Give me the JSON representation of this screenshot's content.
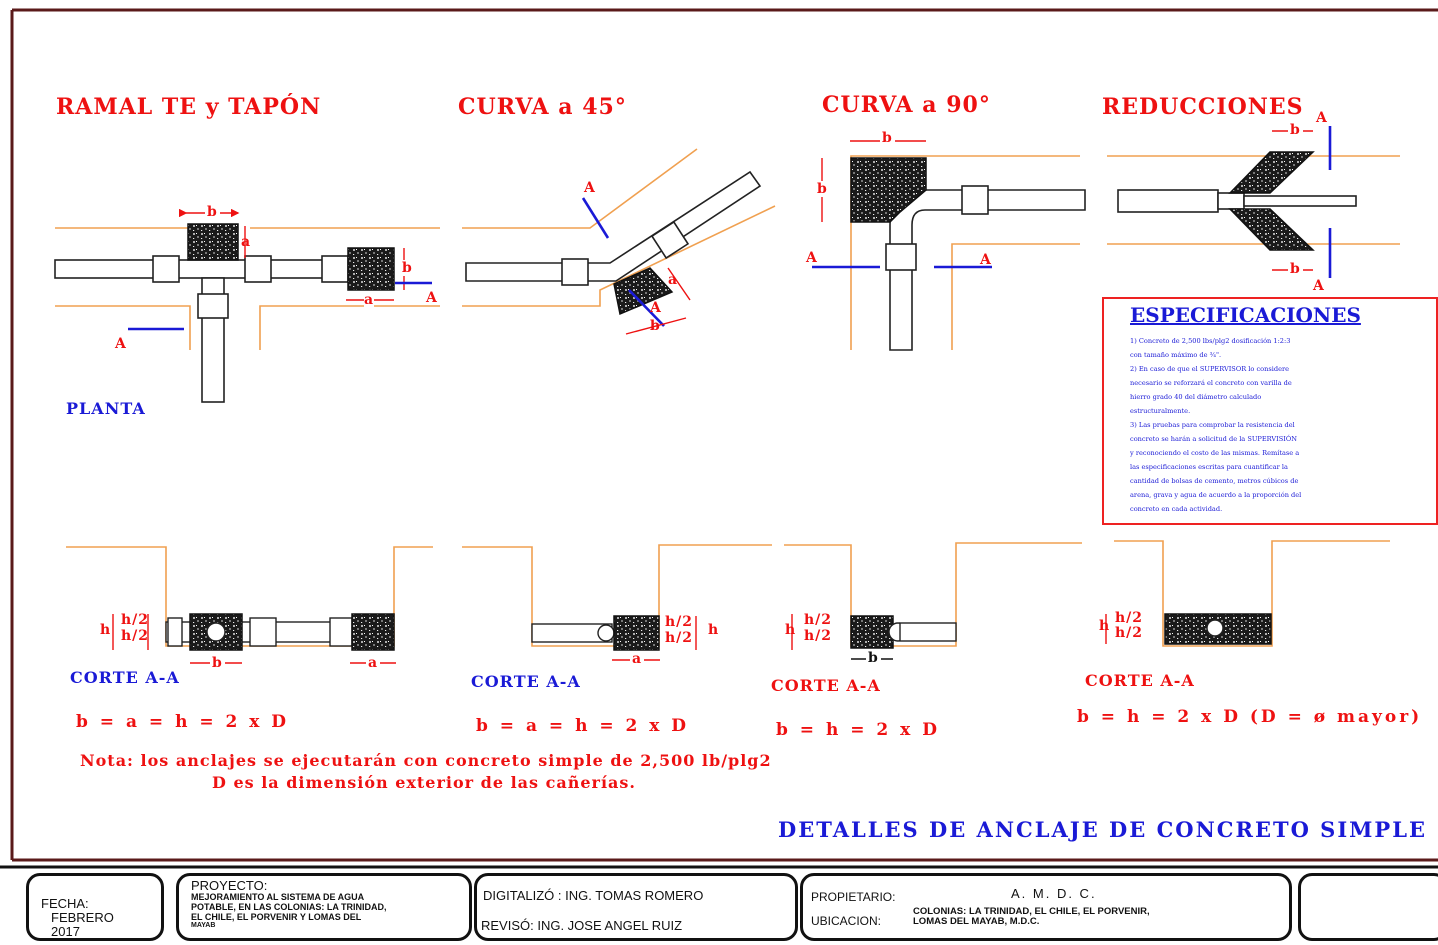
{
  "titles": {
    "ramal": "RAMAL TE y TAPÓN",
    "curva45": "CURVA a 45°",
    "curva90": "CURVA a 90°",
    "reducciones": "REDUCCIONES",
    "planta": "PLANTA"
  },
  "dims": {
    "a": "a",
    "b": "b",
    "A": "A",
    "h": "h",
    "h2": "h/2"
  },
  "corte_label": "CORTE A-A",
  "equations": {
    "eq1": "b = a = h = 2 x D",
    "eq2": "b = a = h = 2 x D",
    "eq3": "b =  h = 2 x D",
    "eq4": "b =  h = 2 x D (D = ø mayor)"
  },
  "note": {
    "line1": "Nota: los anclajes se ejecutarán con concreto simple de 2,500 lb/plg2",
    "line2": "D es la dimensión exterior de las cañerías."
  },
  "main_title": "DETALLES DE ANCLAJE DE CONCRETO SIMPLE",
  "specs": {
    "title": "ESPECIFICACIONES",
    "lines": [
      "1) Concreto de 2,500 lbs/plg2 dosificación 1:2:3",
      "con tamaño máximo de ¾\".",
      "2) En caso de que el SUPERVISOR lo considere",
      "necesario se reforzará el concreto con varilla de",
      "hierro grado 40 del diámetro calculado",
      "estructuralmente.",
      "3) Las pruebas para comprobar la resistencia del",
      "concreto se harán a solicitud de la SUPERVISIÓN",
      "y reconociendo el costo de las mismas. Remítase a",
      "las especificaciones escritas para cuantificar la",
      "cantidad de bolsas de cemento, metros cúbicos de",
      "arena, grava y agua de acuerdo a la proporción del",
      "concreto en cada actividad."
    ]
  },
  "title_block": {
    "fecha_label": "FECHA:",
    "fecha_month": "FEBRERO",
    "fecha_year": "2017",
    "proyecto_label": "PROYECTO:",
    "proyecto_lines": [
      "MEJORAMIENTO AL SISTEMA DE AGUA",
      "POTABLE, EN LAS COLONIAS: LA TRINIDAD,",
      "EL CHILE, EL PORVENIR Y LOMAS DEL",
      "MAYAB"
    ],
    "digitalizo": "DIGITALIZÓ : ING. TOMAS ROMERO",
    "reviso": "REVISÓ: ING. JOSE ANGEL RUIZ",
    "propietario_label": "PROPIETARIO:",
    "propietario_value": "A. M. D. C.",
    "ubicacion_label": "UBICACION:",
    "ubicacion_lines": [
      "COLONIAS: LA TRINIDAD, EL CHILE, EL PORVENIR,",
      "LOMAS DEL MAYAB, M.D.C."
    ]
  },
  "colors": {
    "red": "#ee1111",
    "blue": "#1a1ad6",
    "orange": "#f0a050",
    "border": "#5a1a1a"
  }
}
